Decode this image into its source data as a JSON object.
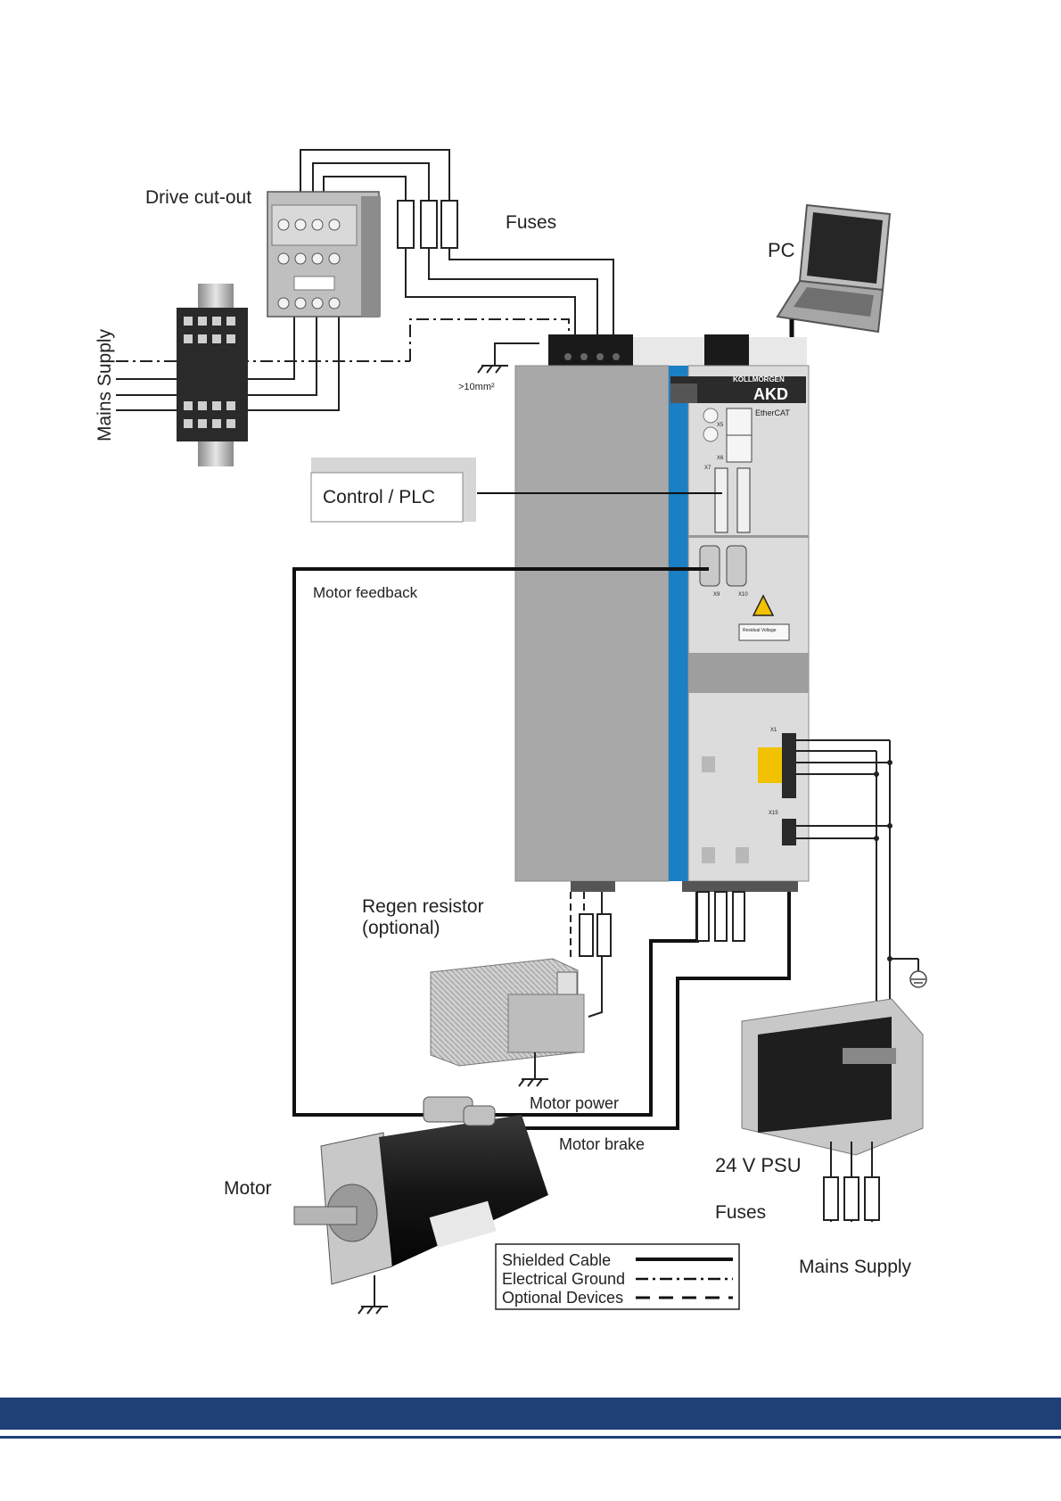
{
  "labels": {
    "drive_cutout": "Drive cut-out",
    "fuses_top": "Fuses",
    "pc": "PC",
    "mains_supply_left": "Mains Supply",
    "ground_cross_section": ">10mm²",
    "control_plc": "Control / PLC",
    "motor_feedback": "Motor feedback",
    "regen_resistor_line1": "Regen resistor",
    "regen_resistor_line2": "(optional)",
    "motor_power": "Motor power",
    "motor_brake": "Motor brake",
    "motor": "Motor",
    "psu": "24 V PSU",
    "fuses_bottom": "Fuses",
    "mains_supply_right": "Mains Supply"
  },
  "drive": {
    "brand": "KOLLMORGEN",
    "model": "AKD",
    "bus": "EtherCAT",
    "connectors": [
      "X5",
      "X6",
      "X7",
      "X9",
      "X10",
      "X1",
      "X15"
    ],
    "warning_label": "Residual Voltage"
  },
  "legend": {
    "items": [
      {
        "label": "Shielded Cable",
        "style": "solid"
      },
      {
        "label": "Electrical Ground",
        "style": "dash-dot"
      },
      {
        "label": "Optional Devices",
        "style": "dashed"
      }
    ]
  },
  "colors": {
    "footer": "#1f3f77",
    "drive_stripe": "#1a7fc4",
    "warning": "#f2c200"
  }
}
